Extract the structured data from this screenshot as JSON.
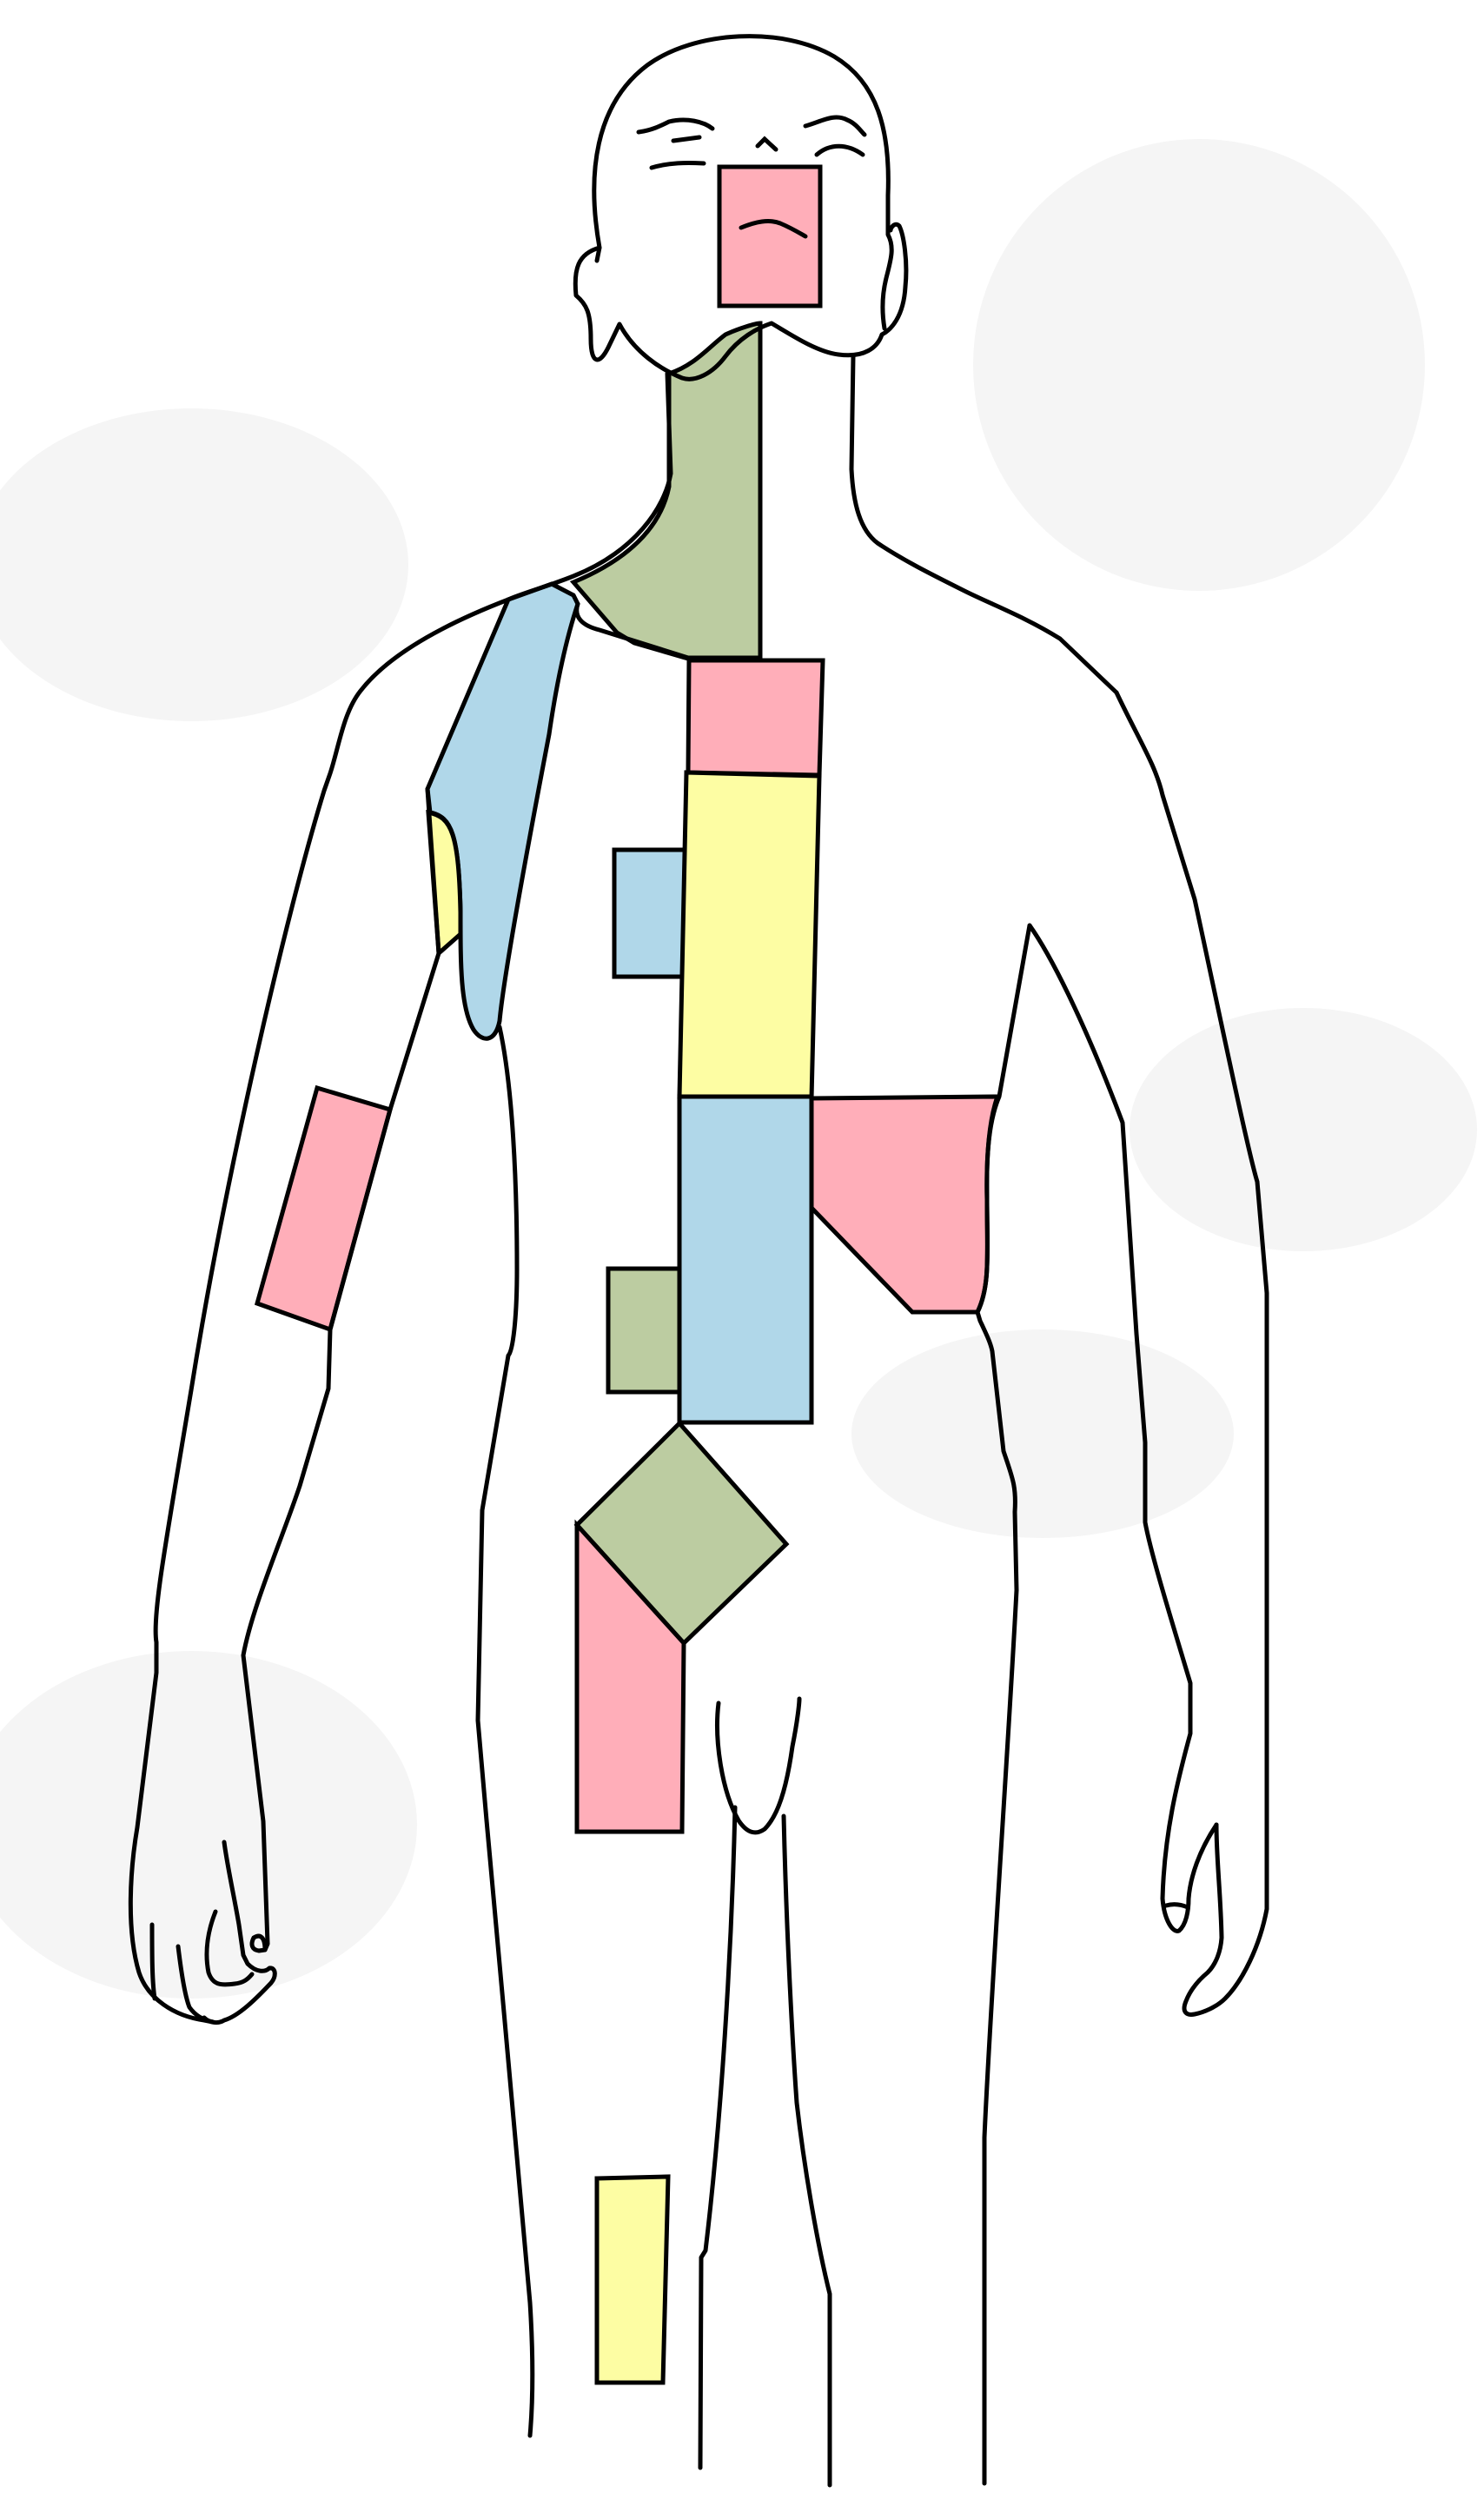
{
  "figure": {
    "title": "",
    "subject": "human-figure-outline",
    "palette": {
      "background": "#ffffff",
      "outline": "#000000",
      "pink": "#ffaeb9",
      "yellow": "#fdfda3",
      "blue": "#b0d7e9",
      "green": "#bccca1"
    },
    "pieces": [
      {
        "id": "mouth-block",
        "color": "pink"
      },
      {
        "id": "neck-strap",
        "color": "green"
      },
      {
        "id": "chest-top-block",
        "color": "pink"
      },
      {
        "id": "chest-long-block",
        "color": "yellow"
      },
      {
        "id": "shoulder-band",
        "color": "blue"
      },
      {
        "id": "armpit-patch",
        "color": "yellow"
      },
      {
        "id": "small-chest-square",
        "color": "blue"
      },
      {
        "id": "forearm-block",
        "color": "pink"
      },
      {
        "id": "abdomen-block",
        "color": "blue"
      },
      {
        "id": "waist-trapezoid",
        "color": "pink"
      },
      {
        "id": "small-hip-square",
        "color": "green"
      },
      {
        "id": "pelvis-diamond",
        "color": "green"
      },
      {
        "id": "thigh-block",
        "color": "pink"
      },
      {
        "id": "shin-block",
        "color": "yellow"
      }
    ]
  }
}
